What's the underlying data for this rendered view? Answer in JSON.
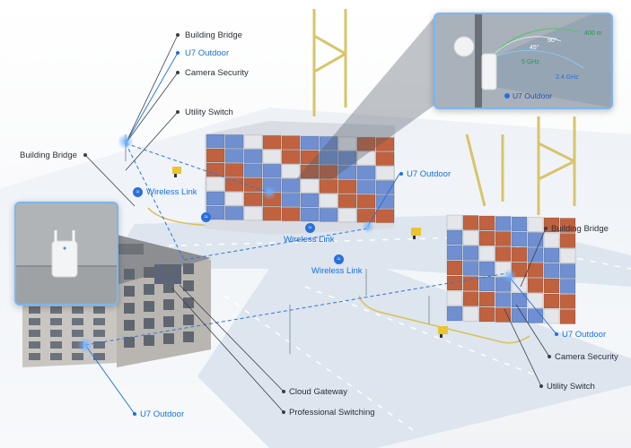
{
  "labels": {
    "top_building_bridge": "Building Bridge",
    "top_u7_outdoor": "U7 Outdoor",
    "top_camera_security": "Camera Security",
    "top_utility_switch": "Utility Switch",
    "left_building_bridge": "Building Bridge",
    "center_u7_outdoor": "U7 Outdoor",
    "right_building_bridge": "Building Bridge",
    "right_u7_outdoor": "U7 Outdoor",
    "right_camera_security": "Camera Security",
    "right_utility_switch": "Utility Switch",
    "cloud_gateway": "Cloud Gateway",
    "professional_switching": "Professional Switching",
    "bottom_u7_outdoor": "U7 Outdoor"
  },
  "wireless_links": [
    "Wireless Link",
    "Wireless Link",
    "Wireless Link"
  ],
  "inset": {
    "title": "U7 Outdoor",
    "range": "400 m",
    "angle_90": "90°",
    "angle_45": "45°",
    "band_5": "5 GHz",
    "band_24": "2.4 GHz"
  },
  "colors": {
    "accent_blue": "#1a6fe0",
    "container_red": "#c0623f",
    "container_blue": "#6f8fd0",
    "container_white": "#e4e6ea",
    "crane_yellow": "#e7d27a"
  }
}
